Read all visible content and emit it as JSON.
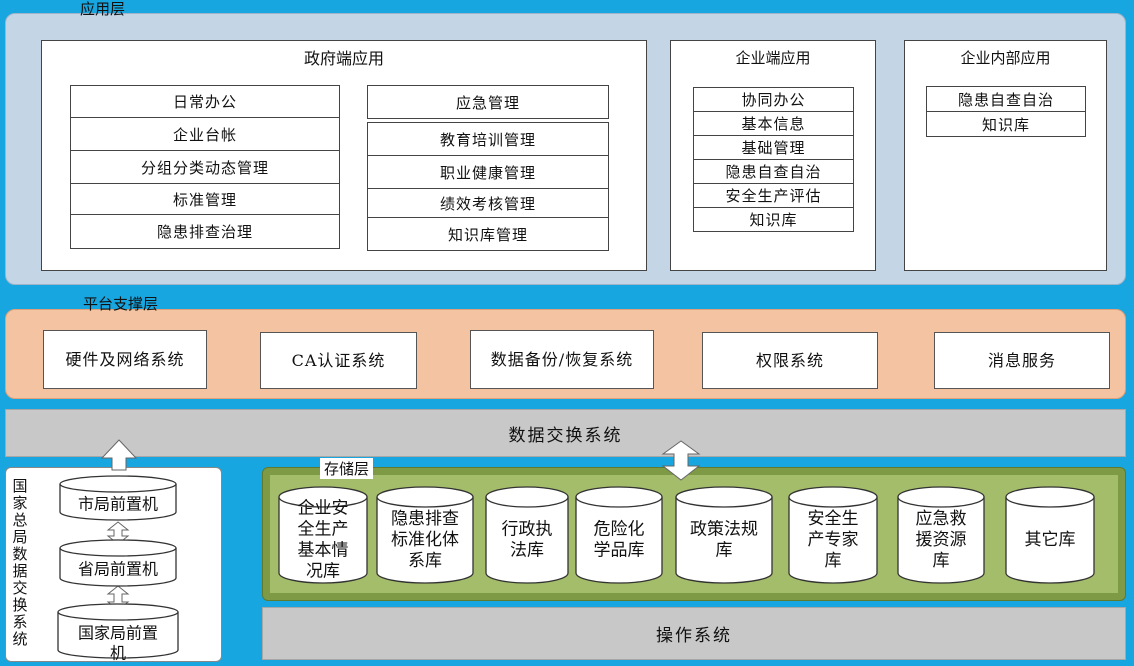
{
  "app_layer": {
    "label": "应用层",
    "gov_panel": {
      "title": "政府端应用",
      "left_items": [
        "日常办公",
        "企业台帐",
        "分组分类动态管理",
        "标准管理",
        "隐患排查治理"
      ],
      "right_items": [
        "应急管理",
        "教育培训管理",
        "职业健康管理",
        "绩效考核管理",
        "知识库管理"
      ]
    },
    "ent_panel": {
      "title": "企业端应用",
      "items": [
        "协同办公",
        "基本信息",
        "基础管理",
        "隐患自查自治",
        "安全生产评估",
        "知识库"
      ]
    },
    "internal_panel": {
      "title": "企业内部应用",
      "items": [
        "隐患自查自治",
        "知识库"
      ]
    }
  },
  "platform_layer": {
    "label": "平台支撑层",
    "boxes": [
      "硬件及网络系统",
      "CA认证系统",
      "数据备份/恢复系统",
      "权限系统",
      "消息服务"
    ]
  },
  "exchange": {
    "label": "数据交换系统"
  },
  "national": {
    "vertical_label": "国家总局数据交换系统",
    "cylinders": [
      "市局前置机",
      "省局前置机",
      "国家局前置机"
    ]
  },
  "storage_layer": {
    "label": "存储层",
    "cylinders": [
      [
        "企业安",
        "全生产",
        "基本情",
        "况库"
      ],
      [
        "隐患排查",
        "标准化体",
        "系库"
      ],
      [
        "行政执",
        "法库"
      ],
      [
        "危险化",
        "学品库"
      ],
      [
        "政策法规",
        "库"
      ],
      [
        "安全生",
        "产专家",
        "库"
      ],
      [
        "应急救",
        "援资源",
        "库"
      ],
      [
        "其它库"
      ]
    ]
  },
  "os": {
    "label": "操作系统"
  },
  "colors": {
    "background": "#17a6e0",
    "app_layer": "#c4d5e6",
    "platform_layer": "#f3c3a2",
    "exchange_bar": "#c8c8c8",
    "storage_layer": "#a4bd6a"
  }
}
